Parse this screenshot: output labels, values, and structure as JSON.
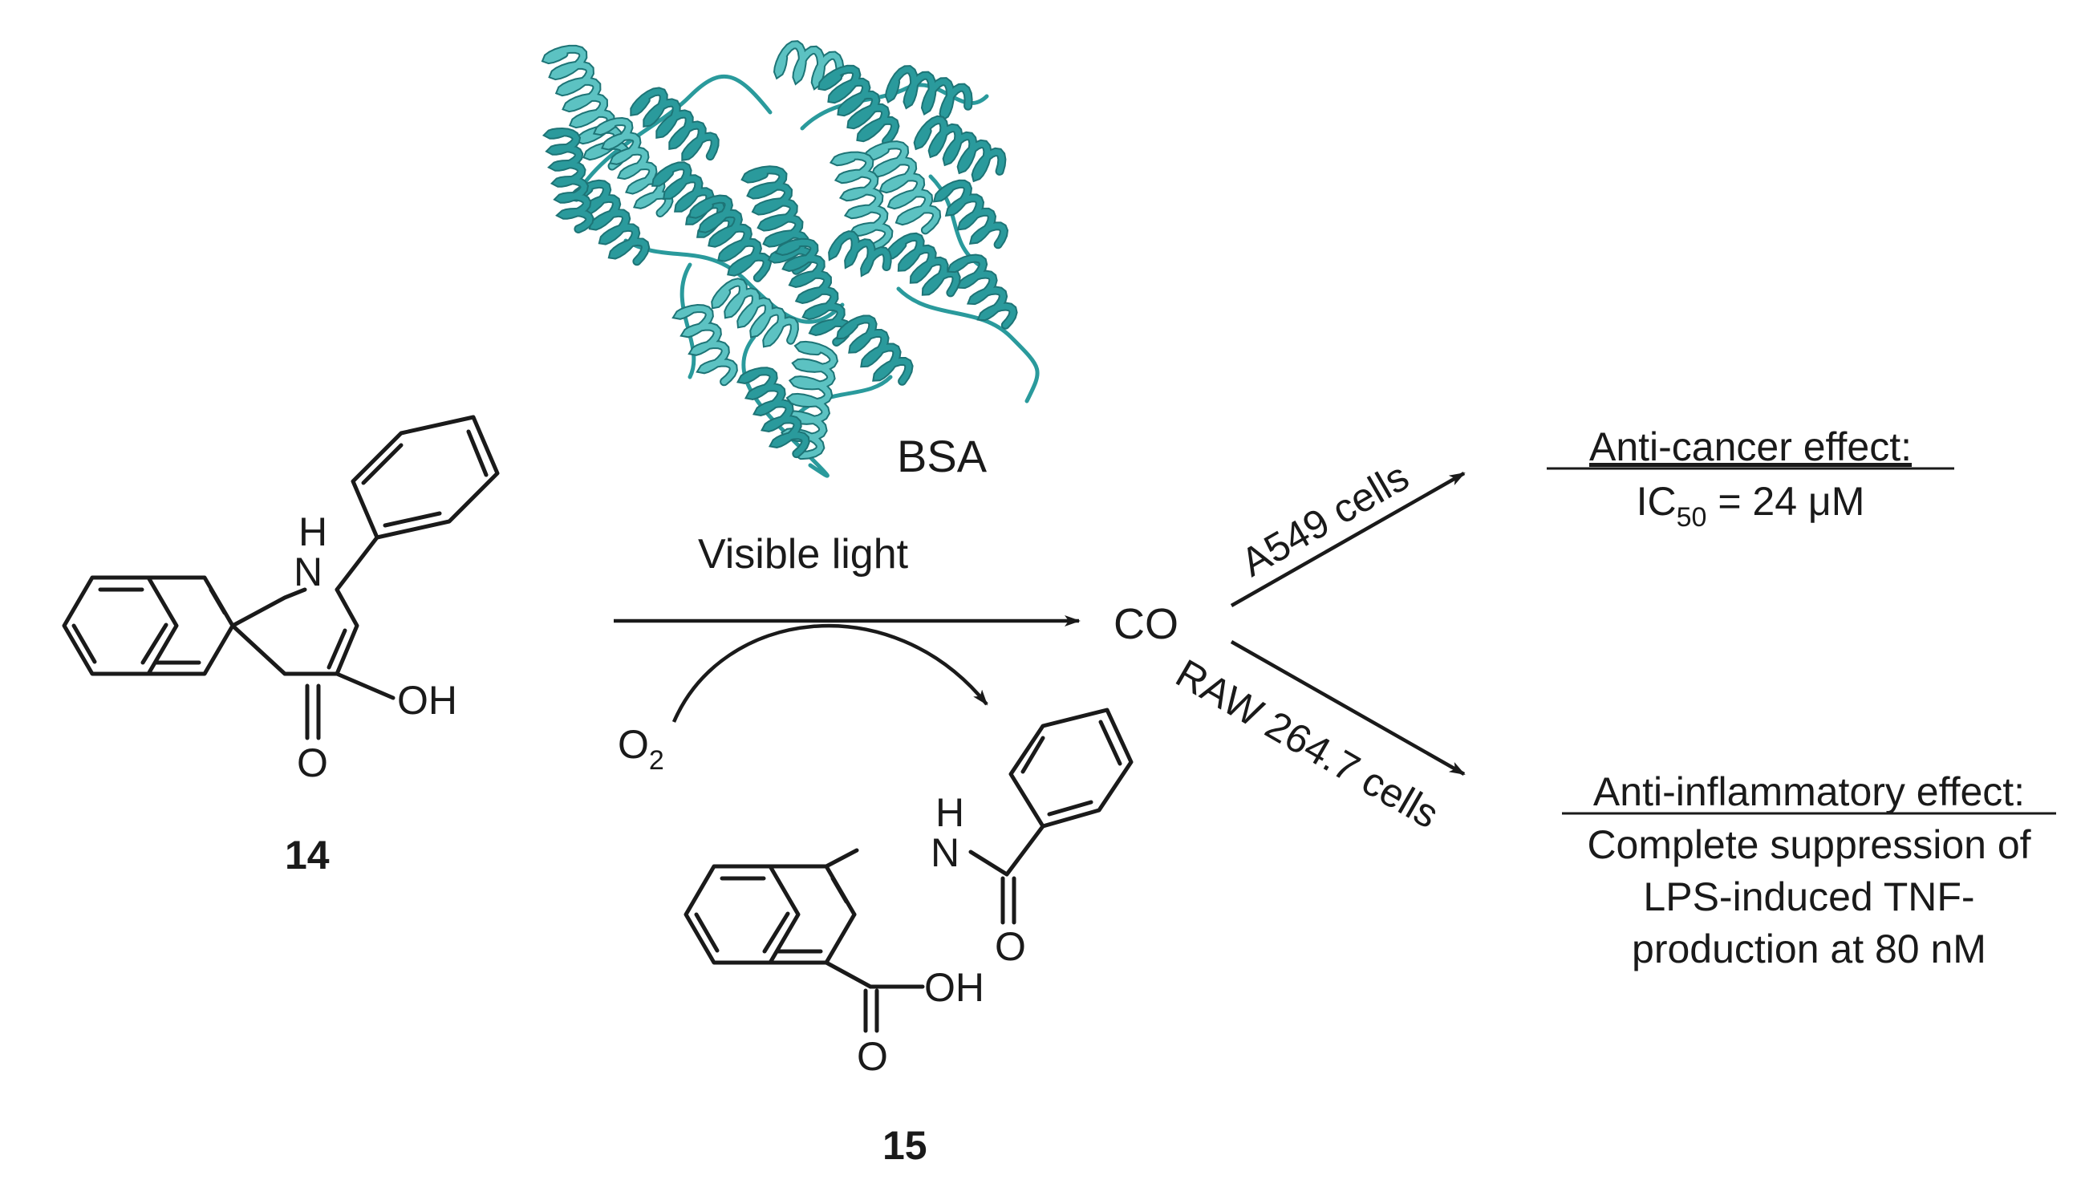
{
  "protein": {
    "label": "BSA",
    "color": "#2a9a9c"
  },
  "reactant": {
    "number": "14",
    "atom_NH_H": "H",
    "atom_NH_N": "N",
    "atom_O": "O",
    "group_OH": "OH"
  },
  "reaction": {
    "condition": "Visible light",
    "reagent_base": "O",
    "reagent_sub": "2",
    "product_gas": "CO"
  },
  "product": {
    "number": "15",
    "atom_NH_H": "H",
    "atom_NH_N": "N",
    "amide_O": "O",
    "acid_O": "O",
    "acid_OH": "OH"
  },
  "branch_upper": {
    "arrow_label": "A549 cells",
    "effect_title": "Anti-cancer effect:",
    "ic_base": "IC",
    "ic_sub": "50",
    "ic_value": " = 24 μM"
  },
  "branch_lower": {
    "arrow_label": "RAW 264.7 cells",
    "effect_title": "Anti-inflammatory effect:",
    "effect_lines": [
      "Complete suppression of",
      "LPS-induced TNF-",
      "production at 80 nM"
    ]
  }
}
